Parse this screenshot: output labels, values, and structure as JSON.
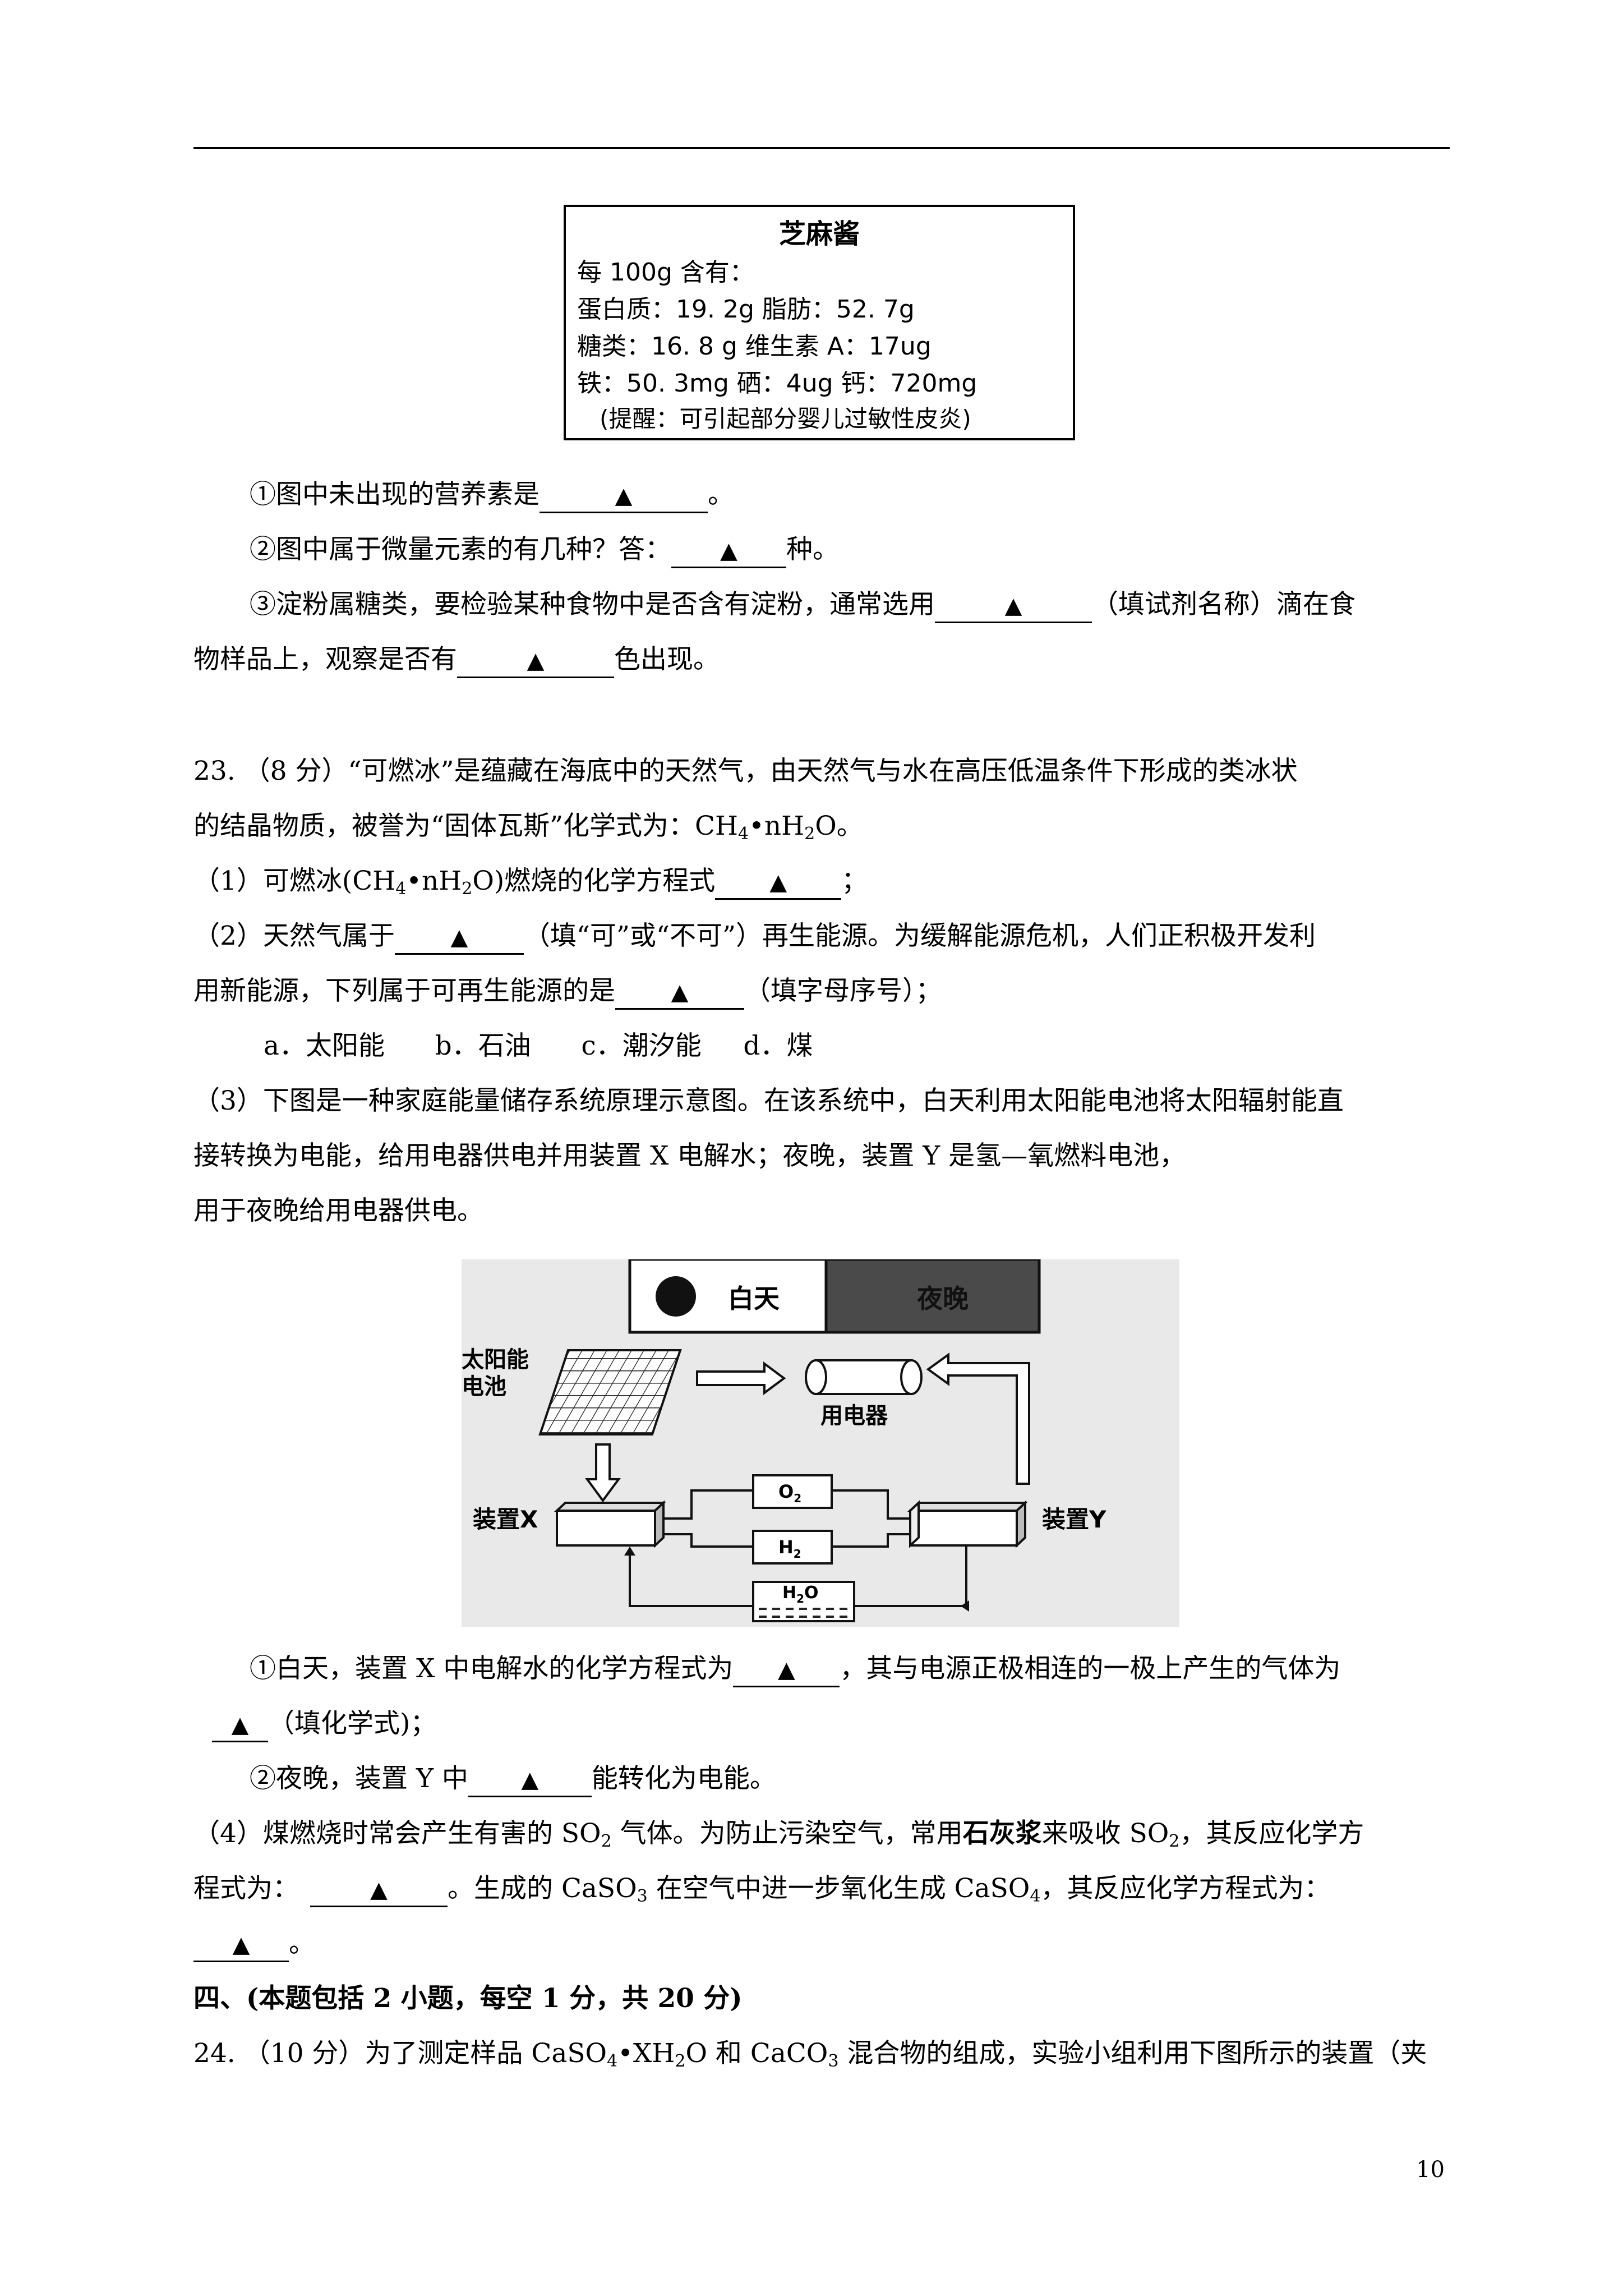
{
  "label": {
    "title": "芝麻酱",
    "rows": [
      "每 100g 含有：",
      "蛋白质：19. 2g   脂肪：52. 7g",
      "糖类：16. 8 g    维生素 A：17ug",
      "铁：50. 3mg  硒：4ug   钙：720mg",
      "(提醒：可引起部分婴儿过敏性皮炎)"
    ]
  },
  "blank_mark": "▲",
  "q22": {
    "q1_pre": "①图中未出现的营养素是",
    "q1_post": "。",
    "q2_pre": "②图中属于微量元素的有几种？答：",
    "q2_post": "种。",
    "q3_pre": "③淀粉属糖类，要检验某种食物中是否含有淀粉，通常选用",
    "q3_mid": "（填试剂名称）滴在食",
    "q3_line2_pre": "物样品上，观察是否有",
    "q3_line2_post": "色出现。"
  },
  "q23": {
    "intro_line1": "23. （8 分）“可燃冰”是蕴藏在海底中的天然气，由天然气与水在高压低温条件下形成的类冰状",
    "intro_line2_pre": "的结晶物质，被誉为“固体瓦斯”化学式为：CH",
    "intro_line2_mid": "•nH",
    "intro_line2_post": "O。",
    "p1_pre": "（1）可燃冰(CH",
    "p1_mid": "•nH",
    "p1_mid2": "O)燃烧的化学方程式",
    "p1_post": "；",
    "p2_pre": "（2）天然气属于",
    "p2_post": "（填“可”或“不可”）再生能源。为缓解能源危机，人们正积极开发利",
    "p2_line2_pre": "用新能源，下列属于可再生能源的是",
    "p2_line2_post": "（填字母序号）；",
    "options": "a．太阳能      b．石油      c．潮汐能     d．煤",
    "p3_line1": "（3）下图是一种家庭能量储存系统原理示意图。在该系统中，白天利用太阳能电池将太阳辐射能直",
    "p3_line2": "接转换为电能，给用电器供电并用装置 X 电解水；夜晚，装置 Y 是氢—氧燃料电池，",
    "p3_line3": "用于夜晚给用电器供电。",
    "d1_pre": "①白天，装置 X 中电解水的化学方程式为",
    "d1_post": "，其与电源正极相连的一极上产生的气体为",
    "d1_line2_post": "（填化学式)；",
    "d2_pre": "②夜晚，装置 Y 中",
    "d2_post": "能转化为电能。",
    "p4_pre": "（4）煤燃烧时常会产生有害的 SO",
    "p4_mid": " 气体。为防止污染空气，常用",
    "p4_bold": "石灰浆",
    "p4_mid2": "来吸收 SO",
    "p4_post": "，其反应化学方",
    "p4_line2_pre": "程式为：",
    "p4_line2_mid": "。生成的 CaSO",
    "p4_line2_mid2": " 在空气中进一步氧化生成 CaSO",
    "p4_line2_post": "，其反应化学方程式为：",
    "p4_line3_post": "。"
  },
  "section4": "四、(本题包括 2 小题，每空 1 分，共 20 分)",
  "q24": {
    "pre": "24. （10 分）为了测定样品 CaSO",
    "mid": "•XH",
    "mid2": "O 和 CaCO",
    "post": " 混合物的组成，实验小组利用下图所示的装置（夹"
  },
  "sub": {
    "four": "4",
    "two": "2",
    "three": "3"
  },
  "diagram": {
    "day": "白天",
    "night": "夜晚",
    "solar_line1": "太阳能",
    "solar_line2": "电池",
    "appliance": "用电器",
    "device_x": "装置X",
    "device_y": "装置Y",
    "o2": "O",
    "h2": "H",
    "h2o_h": "H",
    "h2o_o": "O",
    "two": "2"
  },
  "page_number": "10"
}
